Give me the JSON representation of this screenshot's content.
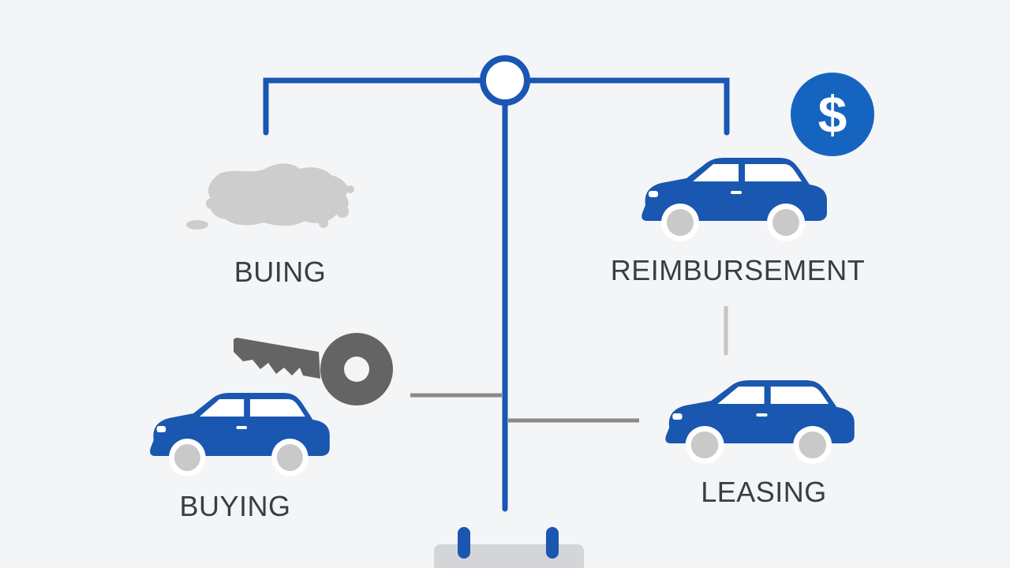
{
  "diagram": {
    "labels": {
      "top_left": "BUING",
      "top_right": "REIMBURSEMENT",
      "bottom_left": "BUYING",
      "bottom_right": "LEASING"
    },
    "icons": [
      "scale-icon",
      "dollar-icon",
      "car-icon",
      "key-icon",
      "paint-splash-icon",
      "calendar-icon"
    ],
    "colors": {
      "accent": "#1a56b3",
      "car_blue": "#1957b0",
      "wheel": "#c9c9c9",
      "connector": "#8a8a8a",
      "key": "#646464",
      "splash": "#cdcdcd",
      "text": "#3a3d42",
      "background": "#f4f5f7"
    }
  }
}
